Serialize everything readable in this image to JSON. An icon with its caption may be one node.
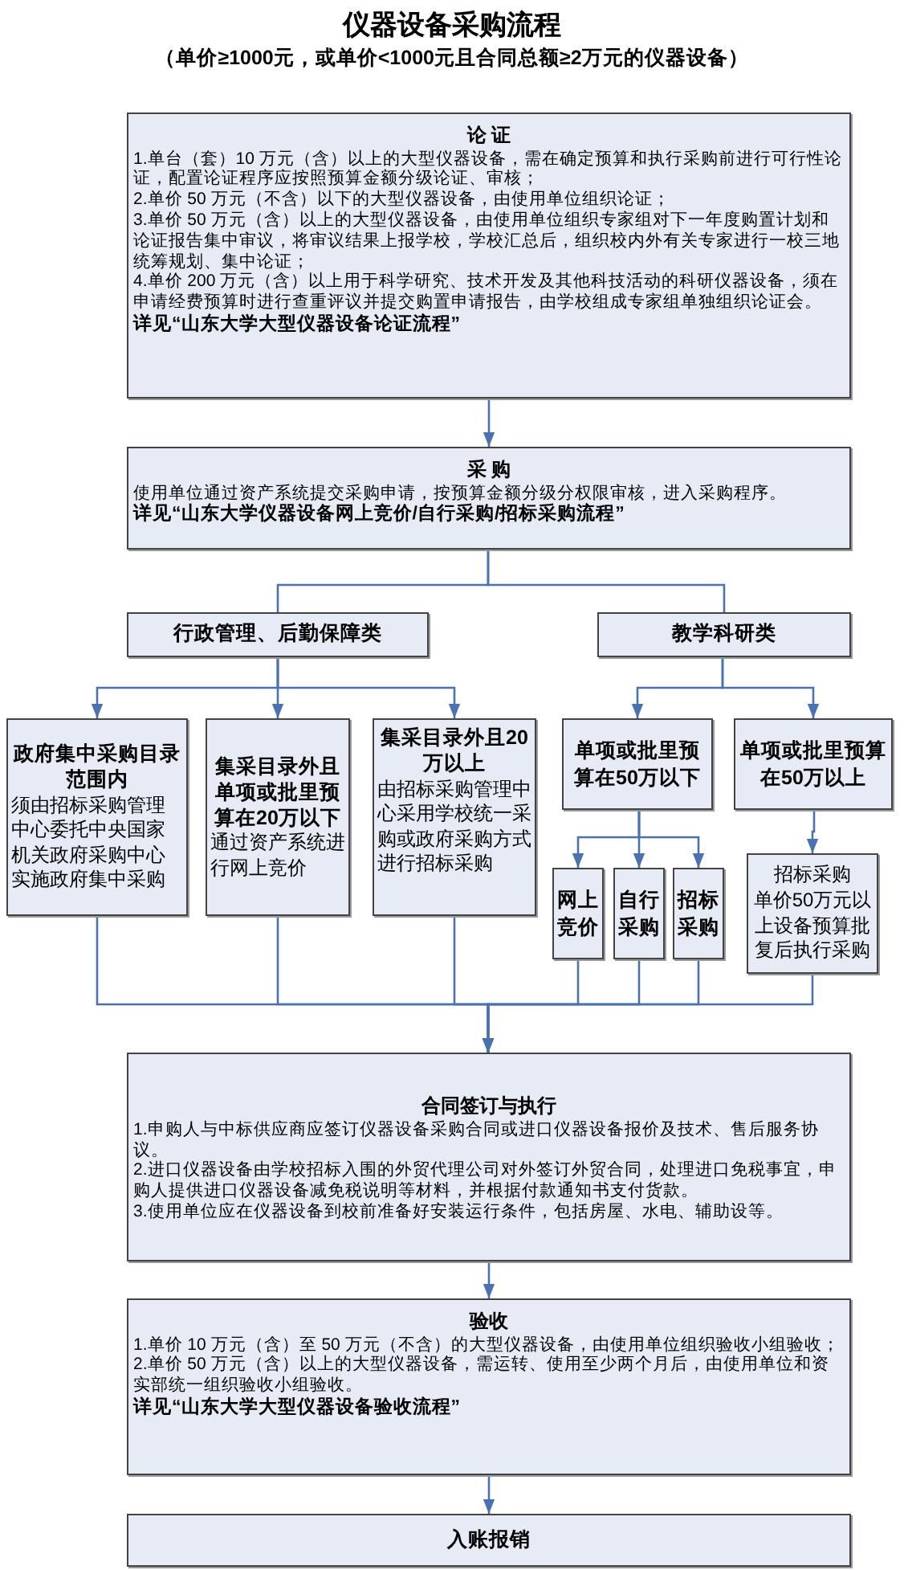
{
  "diagram": {
    "title": "仪器设备采购流程",
    "nodes": [
      {
        "text": [
          "论 证",
          "1.单台（套）10 万元（含）以上的大型仪器设备，需在确定预算和执行采购前进行可行性论证，配置论证程序应按照预算金额分级论证、审核；",
          "2.单价 50 万元（不含）以下的大型仪器设备，由使用单位组织论证；",
          "3.单价 50 万元（含）以上的大型仪器设备，由使用单位组织专家组对下一年度购置计划和论证报告集中审议，将审议结果上报学校，学校汇总后，组织校内外有关专家进行一校三地统筹规划、集中论证；",
          "4.单价 200 万元（含）以上用于科学研究、技术开发及其他科技活动的科研仪器设备，须在申请经费预算时进行查重评议并提交购置申请报告，由学校组成专家组单独组织论证会。",
          "详见“山东大学大型仪器设备论证流程”"
        ]
      },
      {
        "text": [
          "采 购",
          "使用单位通过资产系统提交采购申请，按预算金额分级分权限审核，进入采购程序。",
          "详见“山东大学仪器设备网上竞价/自行采购/招标采购流程”"
        ]
      },
      {
        "text": [
          "行政管理、后勤保障类"
        ]
      },
      {
        "text": [
          "教学科研类"
        ]
      },
      {
        "text": [
          "政府集中采购目录范围内",
          "须由招标采购管理中心委托中央国家机关政府采购中心实施政府集中采购"
        ]
      },
      {
        "text": [
          "集采目录外且单项或批里预算在20万以下",
          "通过资产系统进行网上竞价"
        ]
      },
      {
        "text": [
          "集采目录外且20万以上",
          "由招标采购管理中心采用学校统一采购或政府采购方式进行招标采购"
        ]
      },
      {
        "text": [
          "单项或批里预算在50万以下"
        ]
      },
      {
        "text": [
          "单项或批里预算在50万以上"
        ]
      },
      {
        "text": [
          "网上竞价"
        ]
      },
      {
        "text": [
          "自行采购"
        ]
      },
      {
        "text": [
          "招标采购"
        ]
      },
      {
        "text": [
          "招标采购",
          "单价50万元以上设备预算批复后执行采购"
        ]
      },
      {
        "text": [
          "合同签订与执行",
          "1.申购人与中标供应商应签订仪器设备采购合同或进口仪器设备报价及技术、售后服务协议。",
          "2.进口仪器设备由学校招标入围的外贸代理公司对外签订外贸合同，处理进口免税事宜，申购人提供进口仪器设备减免税说明等材料，并根据付款通知书支付货款。",
          "3.使用单位应在仪器设备到校前准备好安装运行条件，包括房屋、水电、辅助设等。"
        ]
      },
      {
        "text": [
          "验收",
          "1.单价 10 万元（含）至 50 万元（不含）的大型仪器设备，由使用单位组织验收小组验收；",
          "2.单价 50 万元（含）以上的大型仪器设备，需运转、使用至少两个月后，由使用单位和资实部统一组织验收小组验收。",
          "详见“山东大学大型仪器设备验收流程”"
        ]
      },
      {
        "text": [
          "入账报销"
        ]
      }
    ],
    "edges": [
      {
        "from": 0,
        "to": 1,
        "arrow": "to"
      },
      {
        "from": 1,
        "to": 2,
        "arrow": "none"
      },
      {
        "from": 1,
        "to": 3,
        "arrow": "none"
      },
      {
        "from": 2,
        "to": 4,
        "arrow": "to"
      },
      {
        "from": 2,
        "to": 5,
        "arrow": "to"
      },
      {
        "from": 2,
        "to": 6,
        "arrow": "to"
      },
      {
        "from": 3,
        "to": 7,
        "arrow": "to"
      },
      {
        "from": 3,
        "to": 8,
        "arrow": "to"
      },
      {
        "from": 7,
        "to": 9,
        "arrow": "to"
      },
      {
        "from": 7,
        "to": 10,
        "arrow": "to"
      },
      {
        "from": 7,
        "to": 11,
        "arrow": "to"
      },
      {
        "from": 8,
        "to": 12,
        "arrow": "to"
      },
      {
        "from": 4,
        "to": 13,
        "arrow": "to"
      },
      {
        "from": 5,
        "to": 13,
        "arrow": "to"
      },
      {
        "from": 6,
        "to": 13,
        "arrow": "to"
      },
      {
        "from": 9,
        "to": 13,
        "arrow": "to"
      },
      {
        "from": 10,
        "to": 13,
        "arrow": "to"
      },
      {
        "from": 11,
        "to": 13,
        "arrow": "to"
      },
      {
        "from": 12,
        "to": 13,
        "arrow": "to"
      },
      {
        "from": 13,
        "to": 14,
        "arrow": "to"
      },
      {
        "from": 14,
        "to": 15,
        "arrow": "to"
      }
    ],
    "labels": [
      "（单价≥1000元，或单价<1000元且合同总额≥2万元的仪器设备）"
    ]
  }
}
